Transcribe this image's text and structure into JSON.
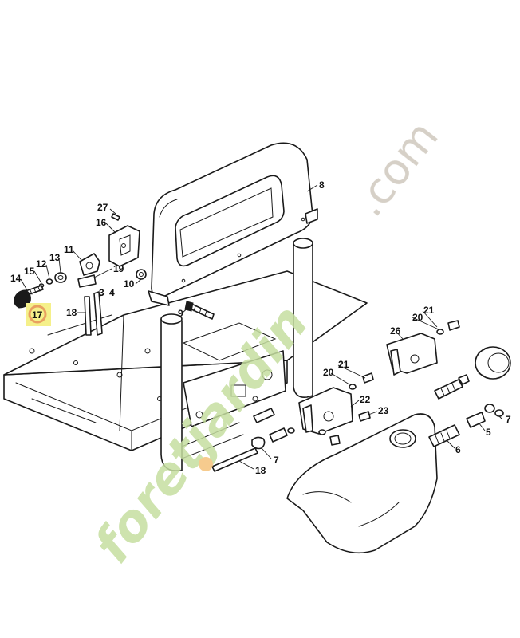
{
  "watermark": {
    "brand": "foretjardin",
    "domain": ".com",
    "color_main": "#c6dea0",
    "color_accent": "#f5c27a",
    "color_domain": "#cfc8bd"
  },
  "highlight": {
    "label": "17",
    "fill": "#f5f08a",
    "ring": "#e8a060"
  },
  "callouts": {
    "c8": "8",
    "c27": "27",
    "c16": "16",
    "c11": "11",
    "c13": "13",
    "c12": "12",
    "c15": "15",
    "c14": "14",
    "c19": "19",
    "c10": "10",
    "c3": "3",
    "c4": "4",
    "c18a": "18",
    "c9": "9",
    "c21a": "21",
    "c20a": "20",
    "c26": "26",
    "c21b": "21",
    "c20b": "20",
    "c22": "22",
    "c23": "23",
    "c7a": "7",
    "c5": "5",
    "c6": "6",
    "c7b": "7",
    "c18b": "18"
  }
}
